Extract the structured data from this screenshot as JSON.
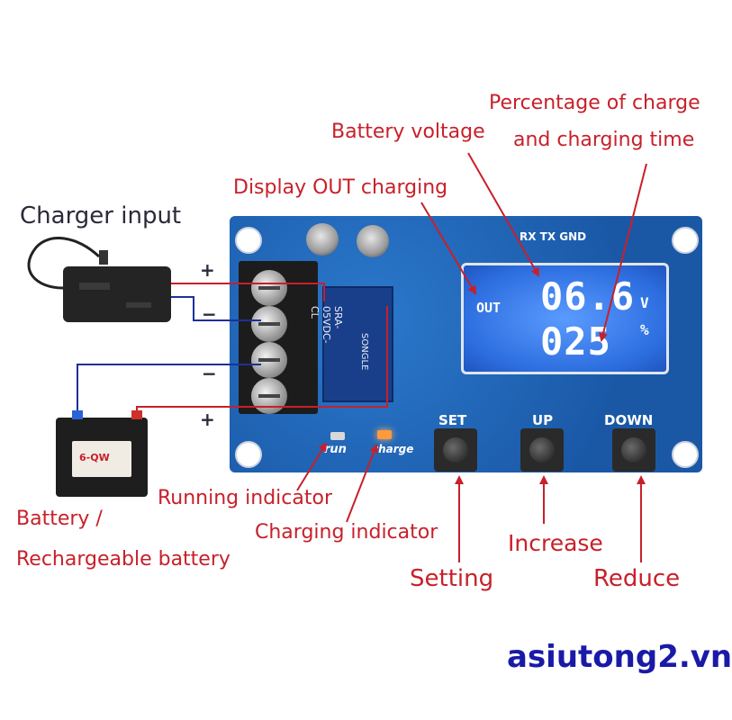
{
  "labels": {
    "percentage_line1": "Percentage of charge",
    "percentage_line2": "and charging time",
    "battery_voltage": "Battery voltage",
    "display_out": "Display OUT charging",
    "charger_input": "Charger input",
    "running_indicator": "Running indicator",
    "charging_indicator": "Charging indicator",
    "battery_line1": "Battery /",
    "battery_line2": "Rechargeable battery",
    "setting": "Setting",
    "increase": "Increase",
    "reduce": "Reduce"
  },
  "board": {
    "header": "RX TX GND",
    "lcd": {
      "out": "OUT",
      "voltage": "06.6",
      "voltage_unit": "V",
      "percent": "025",
      "percent_unit": "%"
    },
    "buttons": {
      "set": "SET",
      "up": "UP",
      "down": "DOWN"
    },
    "leds": {
      "run": "run",
      "charge": "charge"
    },
    "relay_text": "SRA-05VDC-CL",
    "relay_brand": "SONGLE"
  },
  "terminals": {
    "plus_top": "+",
    "minus_1": "−",
    "minus_2": "−",
    "plus_bottom": "+"
  },
  "battery_sticker": "6-QW",
  "watermark": "asiutong2.vn",
  "colors": {
    "arrow_red": "#c8202a",
    "wire_red": "#c8202a",
    "wire_blue": "#1f2f9a",
    "pcb_blue": "#1e63b5",
    "watermark": "#1a1aa8"
  }
}
